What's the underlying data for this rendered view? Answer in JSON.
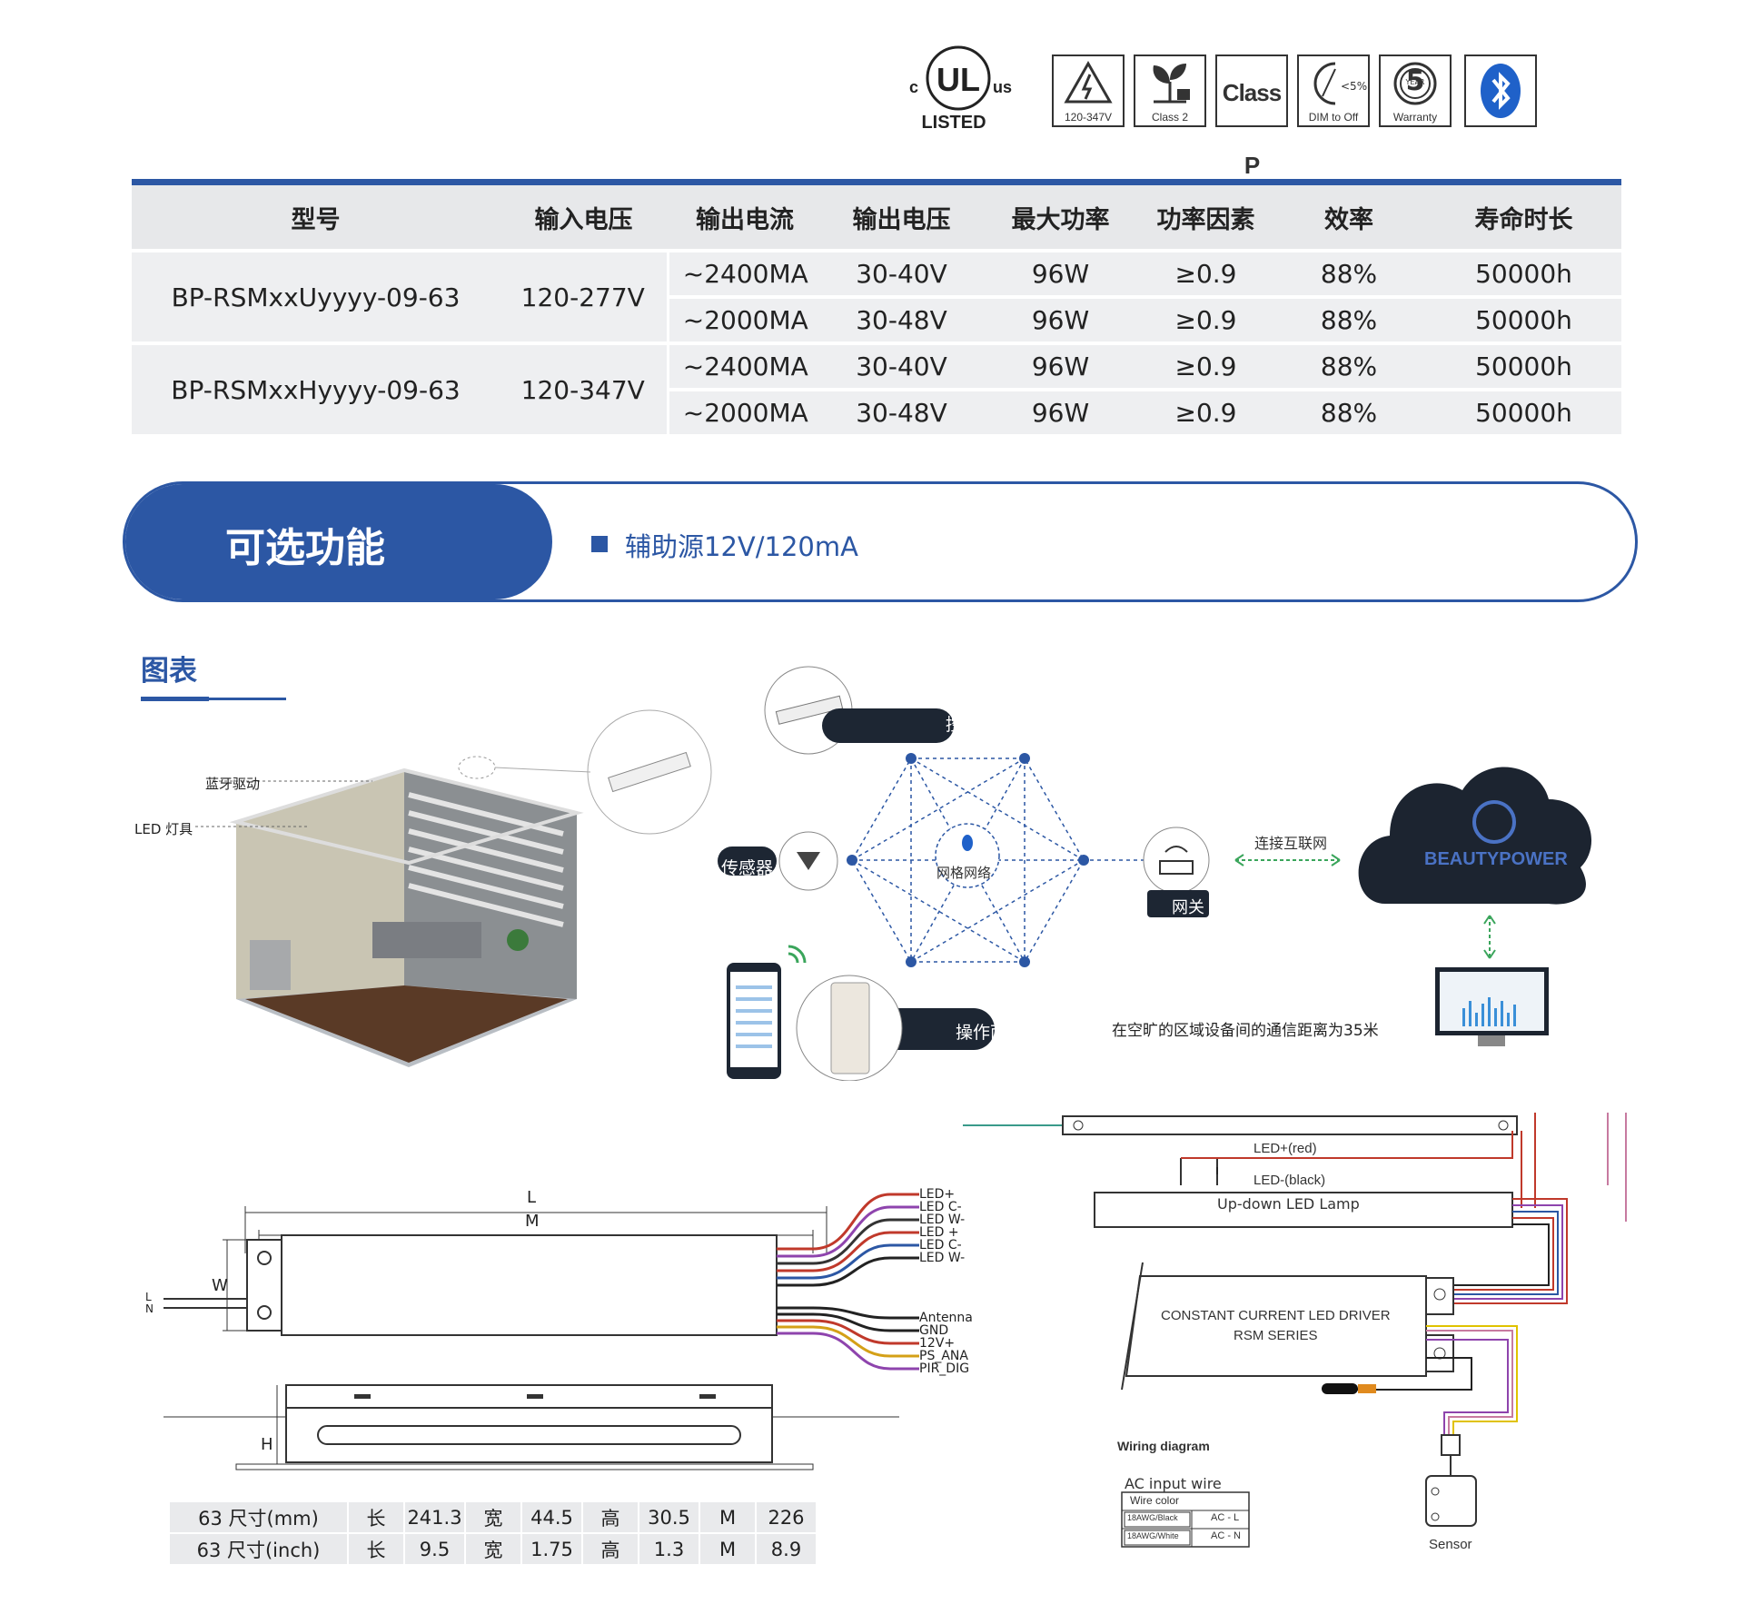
{
  "certs": {
    "ul": {
      "c": "c",
      "ul": "UL",
      "us": "us",
      "listed": "LISTED"
    },
    "items": [
      {
        "icon": "high-voltage-icon",
        "caption": "120-347V"
      },
      {
        "icon": "plant-plug-icon",
        "caption": "Class 2"
      },
      {
        "icon": "class-p-icon",
        "big": "Class P",
        "caption": ""
      },
      {
        "icon": "dim-to-off-icon",
        "small": "<5%",
        "caption": "DIM to Off"
      },
      {
        "icon": "five-year-warranty-icon",
        "small": "YEAR",
        "big": "5",
        "caption": "Warranty"
      },
      {
        "icon": "bluetooth-icon",
        "caption": ""
      }
    ]
  },
  "spec_table": {
    "headers": [
      "型号",
      "输入电压",
      "输出电流",
      "输出电压",
      "最大功率",
      "功率因素",
      "效率",
      "寿命时长"
    ],
    "groups": [
      {
        "model": "BP-RSMxxUyyyy-09-63",
        "input": "120-277V",
        "rows": [
          [
            "~2400MA",
            "30-40V",
            "96W",
            "≥0.9",
            "88%",
            "50000h"
          ],
          [
            "~2000MA",
            "30-48V",
            "96W",
            "≥0.9",
            "88%",
            "50000h"
          ]
        ]
      },
      {
        "model": "BP-RSMxxHyyyy-09-63",
        "input": "120-347V",
        "rows": [
          [
            "~2400MA",
            "30-40V",
            "96W",
            "≥0.9",
            "88%",
            "50000h"
          ],
          [
            "~2000MA",
            "30-48V",
            "96W",
            "≥0.9",
            "88%",
            "50000h"
          ]
        ]
      }
    ]
  },
  "optional": {
    "title": "可选功能",
    "item": "辅助源12V/120mA"
  },
  "chart_section": {
    "title": "图表"
  },
  "room": {
    "bt_driver": "蓝牙驱动",
    "led_fixture": "LED 灯具"
  },
  "network": {
    "control": "控制设备",
    "sensor": "传感器",
    "mesh": "网格网络",
    "gateway": "网关",
    "internet": "连接互联网",
    "panel": "操作面板",
    "range_note": "在空旷的区域设备间的通信距离为35米",
    "brand": "BEAUTYPOWER"
  },
  "mech": {
    "L": "L",
    "M": "M",
    "W": "W",
    "H": "H",
    "Lw": "L",
    "Nw": "N",
    "wires_top": [
      "LED+",
      "LED C-",
      "LED W-",
      "LED +",
      "LED C-",
      "LED W-"
    ],
    "wires_bottom": [
      "Antenna",
      "GND",
      "12V+",
      "PS_ANA",
      "PIR_DIG"
    ],
    "top_colors": [
      "#c0392b",
      "#8e44ad",
      "#333333",
      "#c0392b",
      "#2c57a4",
      "#222222"
    ],
    "bottom_colors": [
      "#222222",
      "#222222",
      "#c0392b",
      "#d4a017",
      "#8e44ad"
    ]
  },
  "dimensions": {
    "rows": [
      [
        "63 尺寸(mm)",
        "长",
        "241.3",
        "宽",
        "44.5",
        "高",
        "30.5",
        "M",
        "226"
      ],
      [
        "63 尺寸(inch)",
        "长",
        "9.5",
        "宽",
        "1.75",
        "高",
        "1.3",
        "M",
        "8.9"
      ]
    ]
  },
  "wiring": {
    "led_plus": "LED+(red)",
    "led_minus": "LED-(black)",
    "lamp": "Up-down LED Lamp",
    "driver1": "CONSTANT CURRENT LED DRIVER",
    "driver2": "RSM SERIES",
    "title": "Wiring diagram",
    "ac": "AC input wire",
    "wc": "Wire color",
    "r1a": "18AWG/Black",
    "r1b": "AC - L",
    "r2a": "18AWG/White",
    "r2b": "AC - N",
    "sensor": "Sensor"
  },
  "colors": {
    "accent": "#2c57a4",
    "header_bg": "#e7e8ea",
    "cloud": "#1c2430"
  }
}
